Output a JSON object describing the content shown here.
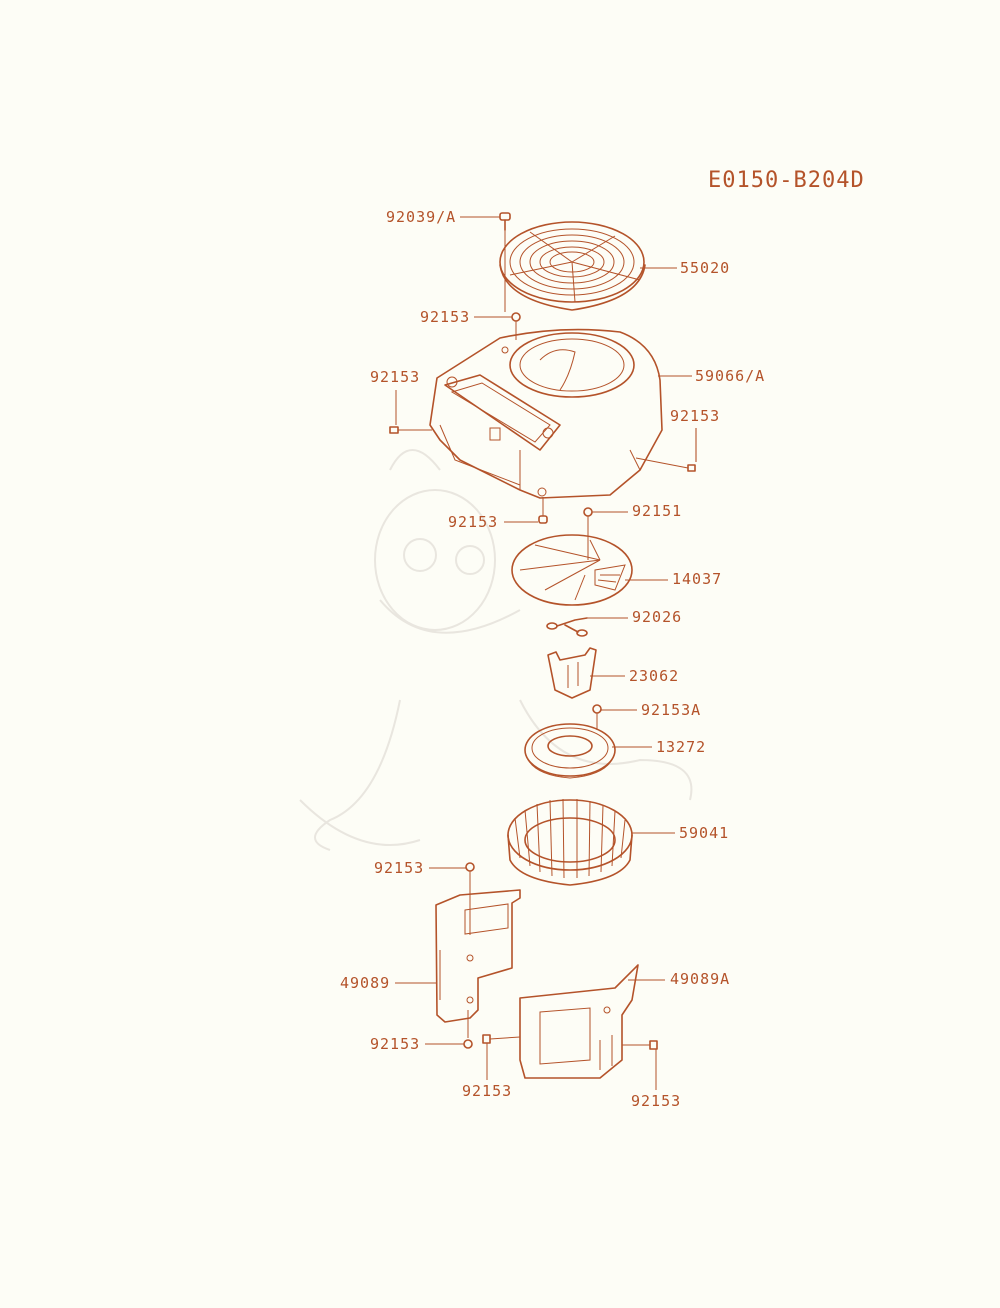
{
  "diagram_code": "E0150-B204D",
  "colors": {
    "ink": "#b4532a",
    "background": "#fdfdf6",
    "watermark": "#e9e6df"
  },
  "parts": [
    {
      "id": "p1",
      "number": "92039/A"
    },
    {
      "id": "p2",
      "number": "55020"
    },
    {
      "id": "p3",
      "number": "92153"
    },
    {
      "id": "p4",
      "number": "92153"
    },
    {
      "id": "p5",
      "number": "59066/A"
    },
    {
      "id": "p6",
      "number": "92153"
    },
    {
      "id": "p7",
      "number": "92153"
    },
    {
      "id": "p8",
      "number": "92151"
    },
    {
      "id": "p9",
      "number": "14037"
    },
    {
      "id": "p10",
      "number": "92026"
    },
    {
      "id": "p11",
      "number": "23062"
    },
    {
      "id": "p12",
      "number": "92153A"
    },
    {
      "id": "p13",
      "number": "13272"
    },
    {
      "id": "p14",
      "number": "59041"
    },
    {
      "id": "p15",
      "number": "92153"
    },
    {
      "id": "p16",
      "number": "49089"
    },
    {
      "id": "p17",
      "number": "49089A"
    },
    {
      "id": "p18",
      "number": "92153"
    },
    {
      "id": "p19",
      "number": "92153"
    },
    {
      "id": "p20",
      "number": "92153"
    }
  ]
}
